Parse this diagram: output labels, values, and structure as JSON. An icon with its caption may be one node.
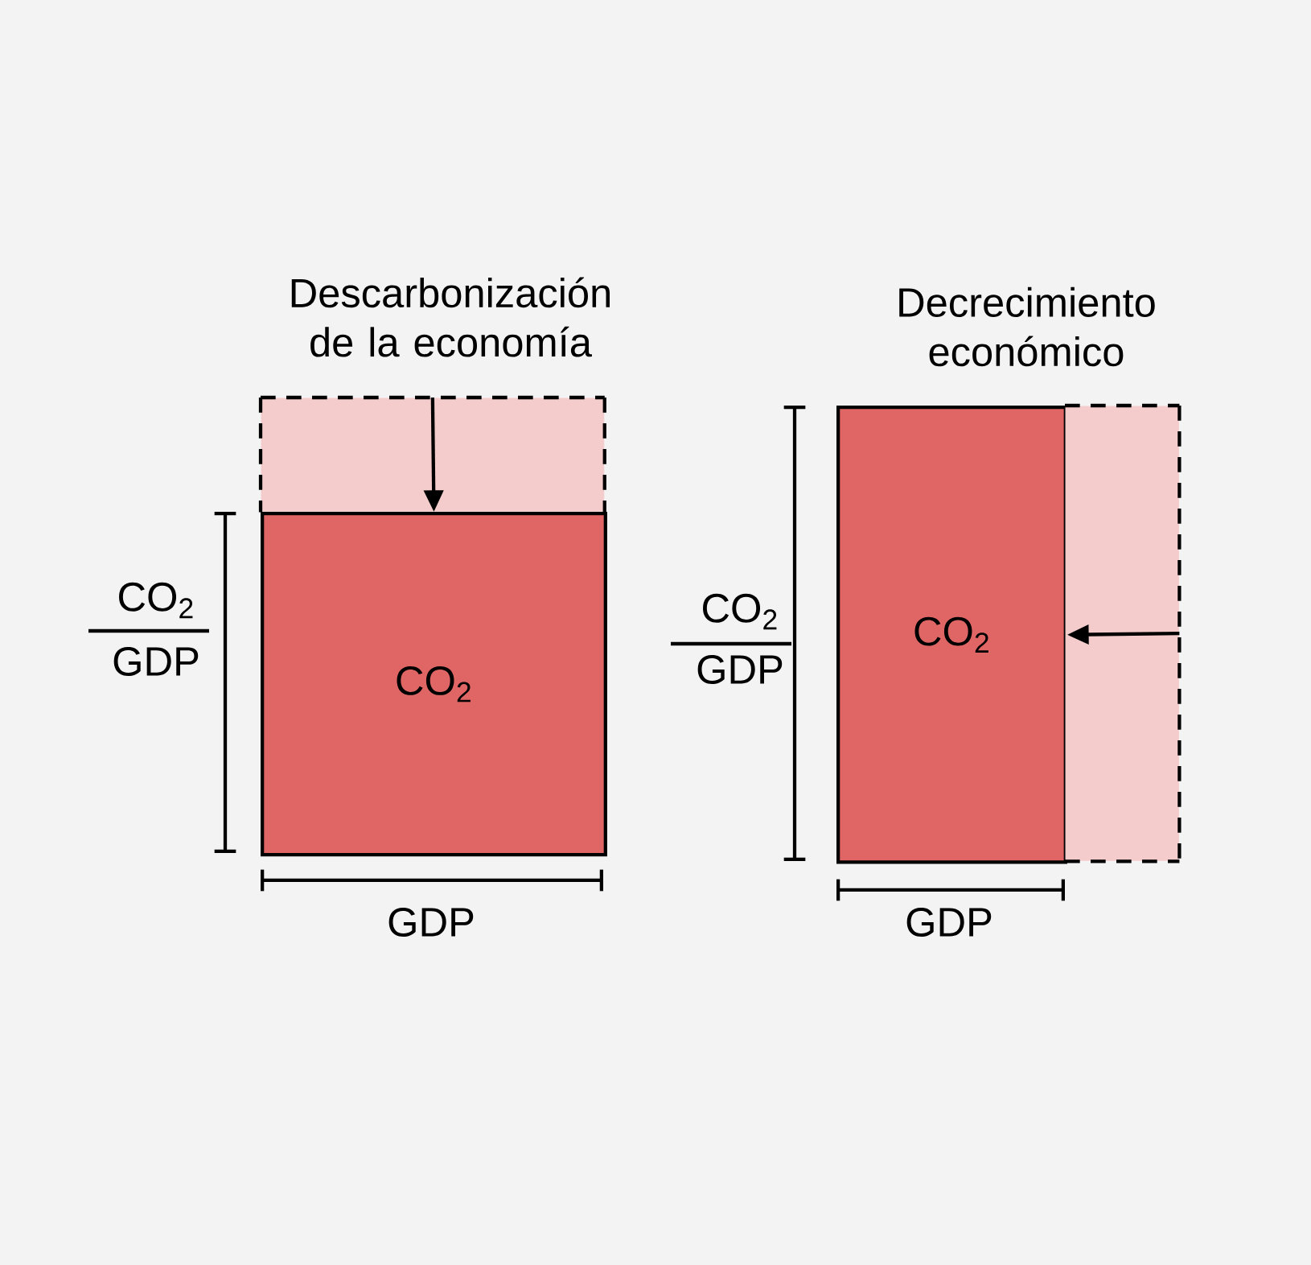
{
  "diagram": {
    "nodes": [
      {
        "text": [],
        "shape": "box"
      },
      {
        "text": [
          "CO$_{2}$"
        ]
      },
      {
        "text": [
          "CO$_{2}$"
        ]
      },
      {
        "text": [],
        "shape": "box"
      }
    ],
    "edges": [
      {
        "from": 0,
        "to": 1,
        "arrow": "to"
      },
      {
        "from": 3,
        "to": 2,
        "arrow": "to"
      }
    ],
    "labels": [
      "Descarbonización de la economía",
      "CO$_{2}$",
      "GDP",
      "GDP",
      "Decrecimiento económico",
      "CO$_{2}$",
      "GDP",
      "GDP"
    ]
  }
}
